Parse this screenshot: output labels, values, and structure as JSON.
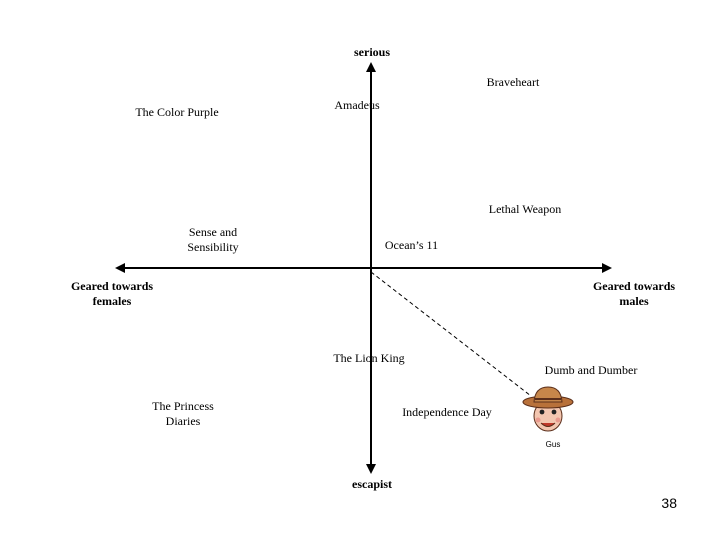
{
  "axes": {
    "top": "serious",
    "bottom": "escapist",
    "left": "Geared towards females",
    "right": "Geared towards males"
  },
  "movies": {
    "braveheart": "Braveheart",
    "color_purple": "The Color Purple",
    "amadeus": "Amadeus",
    "lethal_weapon": "Lethal Weapon",
    "sense_line1": "Sense and",
    "sense_line2": "Sensibility",
    "oceans_11": "Ocean’s 11",
    "lion_king": "The Lion King",
    "dumb_and_dumber": "Dumb and Dumber",
    "princess_line1": "The Princess",
    "princess_line2": "Diaries",
    "independence_day": "Independence Day"
  },
  "user": {
    "name": "Gus"
  },
  "page_number": "38"
}
